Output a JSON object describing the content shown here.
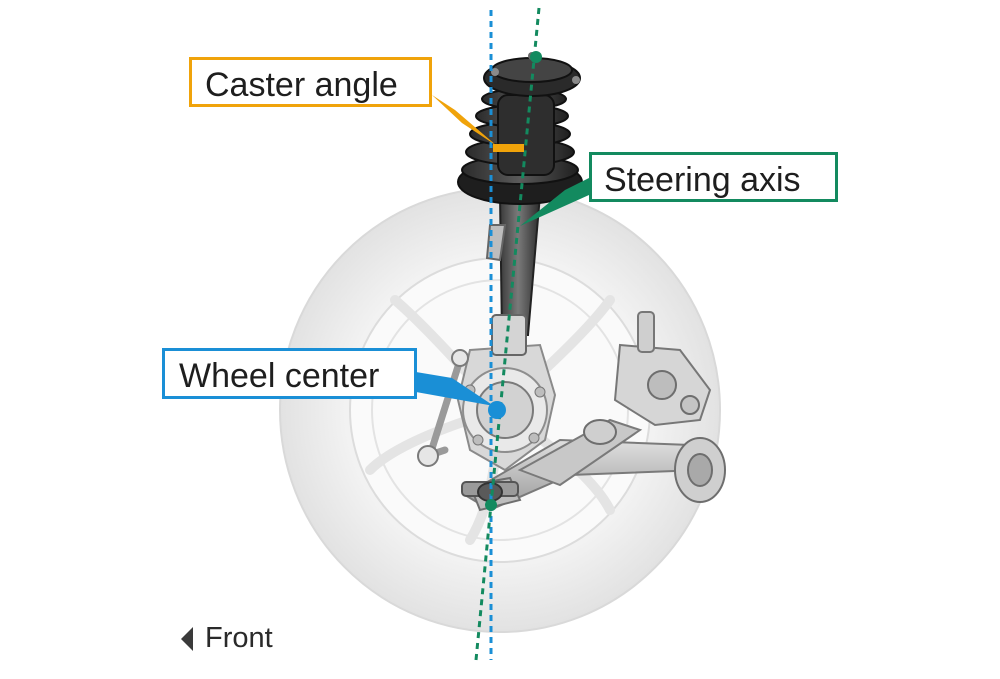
{
  "labels": {
    "caster_angle": "Caster angle",
    "steering_axis": "Steering axis",
    "wheel_center": "Wheel center",
    "front": "Front"
  },
  "colors": {
    "caster_angle": "#f0a30a",
    "steering_axis": "#138a5f",
    "wheel_center": "#1a8fd6",
    "vertical_line": "#1a8fd6",
    "text": "#1e1e1e"
  },
  "icons": {
    "front": "triangle-left-icon"
  }
}
